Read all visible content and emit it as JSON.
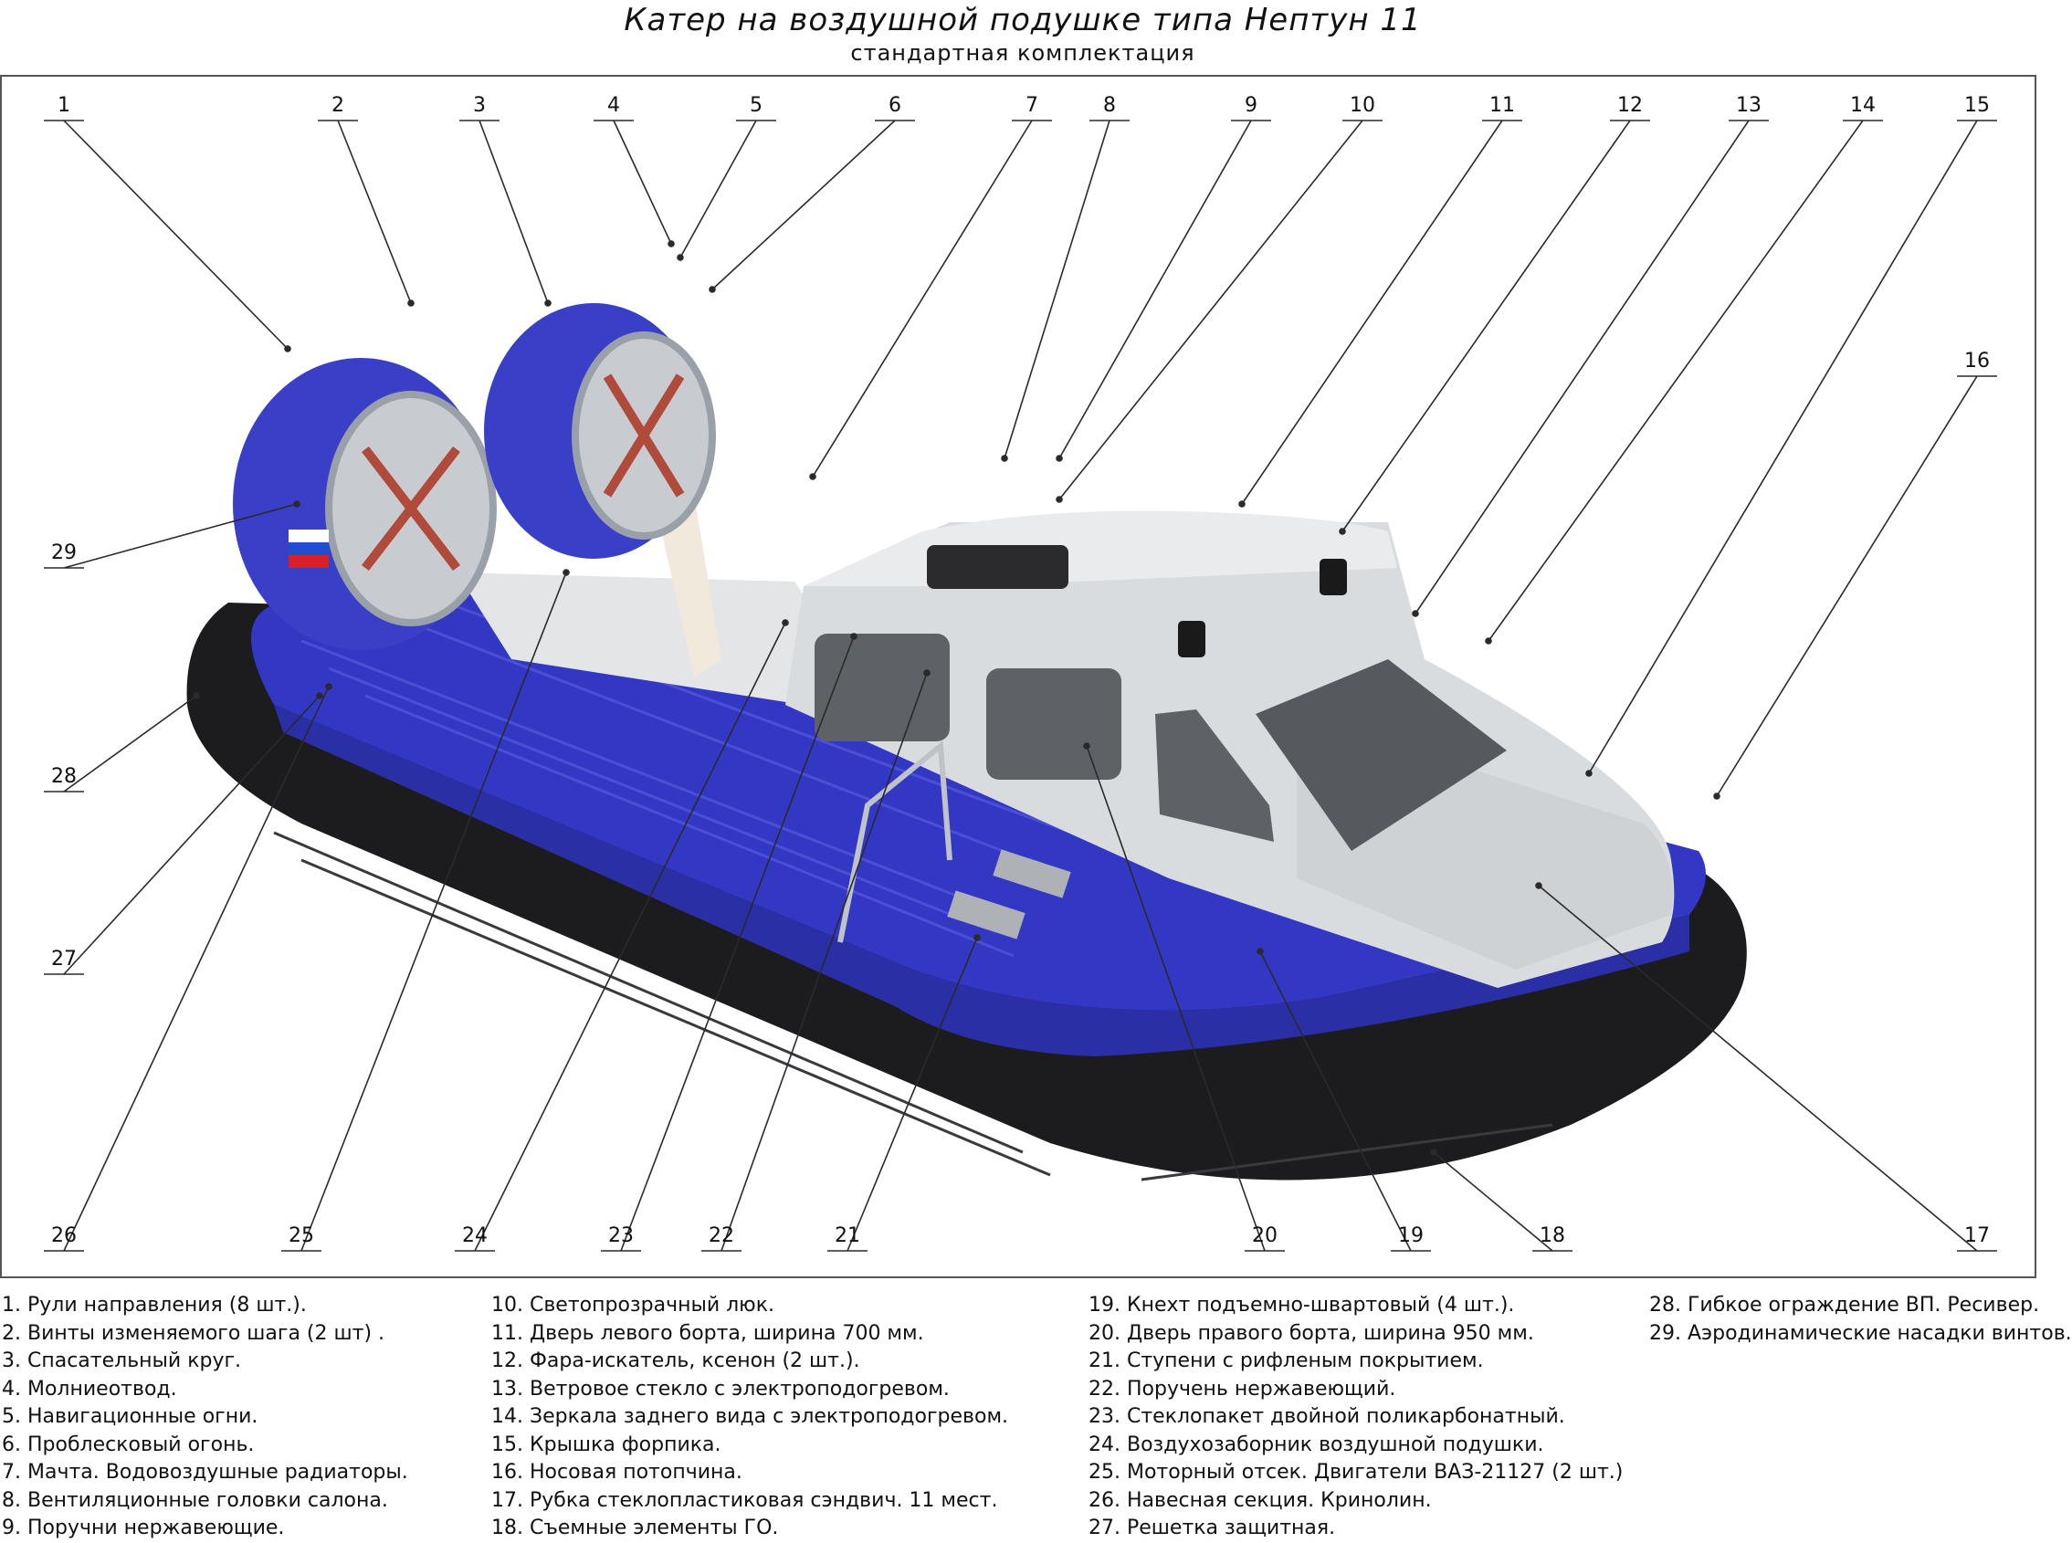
{
  "title": "Катер на воздушной подушке типа Нептун 11",
  "subtitle": "стандартная комплектация",
  "callouts": [
    "1",
    "2",
    "3",
    "4",
    "5",
    "6",
    "7",
    "8",
    "9",
    "10",
    "11",
    "12",
    "13",
    "14",
    "15",
    "16",
    "17",
    "18",
    "19",
    "20",
    "21",
    "22",
    "23",
    "24",
    "25",
    "26",
    "27",
    "28",
    "29"
  ],
  "colors": {
    "hull_blue": "#3338c4",
    "skirt_black": "#1c1c1e",
    "cabin_grey": "#d9dcdf",
    "duct_blue": "#3a3fc8",
    "window": "#5e6166"
  },
  "legend": {
    "col1": [
      "1. Рули направления (8 шт.).",
      "2. Винты изменяемого шага (2 шт) .",
      "3. Спасательный круг.",
      "4. Молниеотвод.",
      "5. Навигационные огни.",
      "6. Проблесковый огонь.",
      "7. Мачта. Водовоздушные радиаторы.",
      "8. Вентиляционные головки салона.",
      "9. Поручни нержавеющие."
    ],
    "col2": [
      "10. Светопрозрачный люк.",
      "11. Дверь левого борта, ширина 700 мм.",
      "12. Фара-искатель, ксенон (2 шт.).",
      "13. Ветровое стекло с электроподогревом.",
      "14. Зеркала заднего вида с электроподогревом.",
      "15. Крышка форпика.",
      "16. Носовая потопчина.",
      "17. Рубка стеклопластиковая сэндвич. 11 мест.",
      "18. Съемные элементы ГО."
    ],
    "col3": [
      "19. Кнехт подъемно-швартовый (4 шт.).",
      "20. Дверь правого борта, ширина 950 мм.",
      "21. Ступени с рифленым покрытием.",
      "22. Поручень нержавеющий.",
      "23. Стеклопакет двойной поликарбонатный.",
      "24. Воздухозаборник воздушной подушки.",
      "25. Моторный отсек. Двигатели ВАЗ-21127 (2 шт.)",
      "26. Навесная секция. Кринолин.",
      "27.  Решетка защитная."
    ],
    "col4": [
      "28. Гибкое ограждение ВП. Ресивер.",
      "29. Аэродинамические насадки винтов."
    ]
  }
}
